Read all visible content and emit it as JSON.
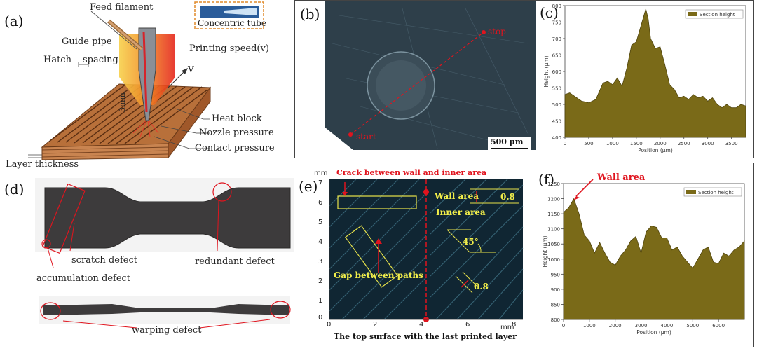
{
  "panel_a": {
    "label": "(a)",
    "feed_filament": "Feed filament",
    "concentric_tube": "Concentric tube",
    "guide_pipe": "Guide pipe",
    "printing_speed": "Printing speed(v)",
    "v_symbol": "V",
    "hatch": "Hatch",
    "spacing": "spacing",
    "dimension": "3mm",
    "heat_block": "Heat block",
    "nozzle_pressure": "Nozzle pressure",
    "contact_pressure": "Contact pressure",
    "layer_thickness": "Layer thickness"
  },
  "panel_b": {
    "label": "(b)",
    "start": "start",
    "stop": "stop",
    "scale_bar": "500 μm"
  },
  "panel_d": {
    "label": "(d)",
    "scratch": "scratch defect",
    "redundant": "redundant defect",
    "accumulation": "accumulation defect",
    "warping": "warping defect"
  },
  "panel_e": {
    "label": "(e)",
    "crack": "Crack between wall and inner area",
    "wall_area": "Wall area",
    "wall_value": "0.8",
    "inner_area": "Inner area",
    "angle": "45°",
    "gap": "Gap between paths",
    "gap_value": "0.8",
    "unit_y": "mm",
    "unit_x": "mm",
    "caption": "The top surface with the last printed layer",
    "y_ticks": [
      "7",
      "6",
      "5",
      "4",
      "3",
      "2",
      "1",
      "0"
    ],
    "x_ticks": [
      "0",
      "2",
      "4",
      "6",
      "8"
    ]
  },
  "panel_f_annotation": "Wall area",
  "chart_data": [
    {
      "panel": "(c)",
      "type": "area",
      "legend": "Section height",
      "xlabel": "Position (μm)",
      "ylabel": "Height (μm)",
      "xlim": [
        0,
        3800
      ],
      "ylim": [
        400,
        800
      ],
      "xticks": [
        0,
        500,
        1000,
        1500,
        2000,
        2500,
        3000,
        3500
      ],
      "yticks": [
        400,
        450,
        500,
        550,
        600,
        650,
        700,
        750,
        800
      ],
      "color": "#7a6a18",
      "x": [
        0,
        100,
        200,
        350,
        500,
        650,
        800,
        900,
        1000,
        1100,
        1200,
        1300,
        1400,
        1500,
        1600,
        1700,
        1750,
        1800,
        1900,
        2000,
        2100,
        2200,
        2300,
        2400,
        2500,
        2600,
        2700,
        2800,
        2900,
        3000,
        3100,
        3200,
        3300,
        3400,
        3500,
        3600,
        3700,
        3800
      ],
      "y": [
        530,
        535,
        525,
        510,
        505,
        515,
        565,
        570,
        560,
        580,
        555,
        610,
        680,
        690,
        740,
        790,
        760,
        700,
        670,
        675,
        620,
        560,
        545,
        520,
        525,
        515,
        530,
        520,
        525,
        510,
        520,
        500,
        490,
        500,
        490,
        490,
        500,
        495
      ]
    },
    {
      "panel": "(f)",
      "type": "area",
      "legend": "Section height",
      "xlabel": "Position (μm)",
      "ylabel": "Height (μm)",
      "xlim": [
        0,
        7000
      ],
      "ylim": [
        800,
        1250
      ],
      "xticks": [
        0,
        1000,
        2000,
        3000,
        4000,
        5000,
        6000
      ],
      "yticks": [
        800,
        850,
        900,
        950,
        1000,
        1050,
        1100,
        1150,
        1200,
        1250
      ],
      "color": "#7a6a18",
      "x": [
        0,
        200,
        400,
        600,
        800,
        1000,
        1200,
        1400,
        1600,
        1800,
        2000,
        2200,
        2400,
        2600,
        2800,
        3000,
        3200,
        3400,
        3600,
        3800,
        4000,
        4200,
        4400,
        4600,
        4800,
        5000,
        5200,
        5400,
        5600,
        5800,
        6000,
        6200,
        6400,
        6600,
        6800,
        7000
      ],
      "y": [
        1155,
        1170,
        1200,
        1150,
        1080,
        1060,
        1020,
        1055,
        1020,
        990,
        980,
        1010,
        1030,
        1060,
        1075,
        1020,
        1090,
        1110,
        1105,
        1070,
        1070,
        1030,
        1040,
        1010,
        990,
        970,
        1000,
        1030,
        1040,
        990,
        985,
        1020,
        1010,
        1030,
        1040,
        1060
      ]
    }
  ]
}
